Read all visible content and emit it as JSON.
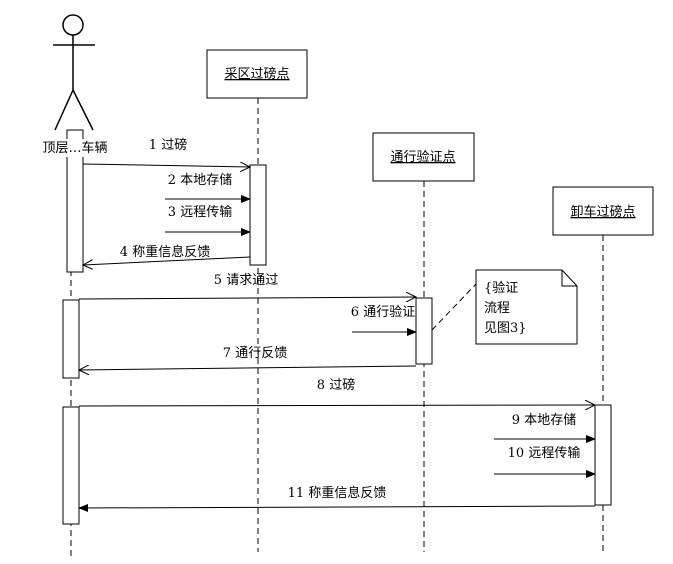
{
  "participants": {
    "actor": {
      "label": "顶层…车辆"
    },
    "p1": {
      "label": "采区过磅点"
    },
    "p2": {
      "label": "通行验证点"
    },
    "p3": {
      "label": "卸车过磅点"
    }
  },
  "messages": [
    {
      "label": "1 过磅"
    },
    {
      "label": "2 本地存储"
    },
    {
      "label": "3 远程传输"
    },
    {
      "label": "4 称重信息反馈"
    },
    {
      "label": "5 请求通过"
    },
    {
      "label": "6 通行验证"
    },
    {
      "label": "7 通行反馈"
    },
    {
      "label": "8 过磅"
    },
    {
      "label": "9 本地存储"
    },
    {
      "label": "10 远程传输"
    },
    {
      "label": "11 称重信息反馈"
    }
  ],
  "note": {
    "lines": [
      "{验证",
      "流程",
      "见图3}"
    ]
  }
}
